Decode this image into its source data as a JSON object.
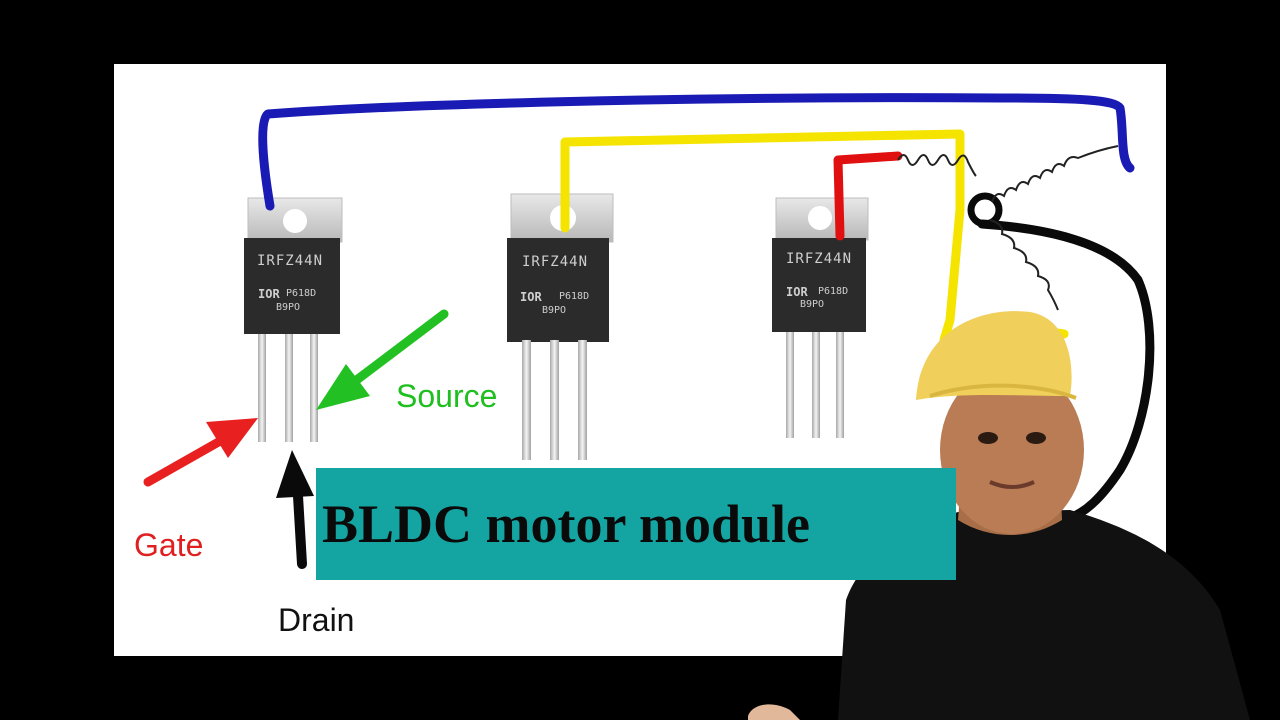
{
  "banner": {
    "title": "BLDC motor module"
  },
  "labels": {
    "source": "Source",
    "gate": "Gate",
    "drain": "Drain"
  },
  "transistors": [
    {
      "part_number": "IRFZ44N",
      "brand": "IOR",
      "code": "P618D",
      "lot": "B9PO"
    },
    {
      "part_number": "IRFZ44N",
      "brand": "IOR",
      "code": "P618D",
      "lot": "B9PO"
    },
    {
      "part_number": "IRFZ44N",
      "brand": "IOR",
      "code": "P618D",
      "lot": "B9PO"
    }
  ],
  "colors": {
    "wire_blue": "#1a1ab4",
    "wire_yellow": "#f5e400",
    "wire_red": "#e01010",
    "wire_black": "#0a0a0a",
    "arrow_red": "#e82020",
    "arrow_green": "#22c022",
    "arrow_black": "#0a0a0a",
    "banner_bg": "#14a5a3",
    "cap": "#f0cf5a",
    "shirt": "#111111",
    "skin": "#b97c55"
  }
}
